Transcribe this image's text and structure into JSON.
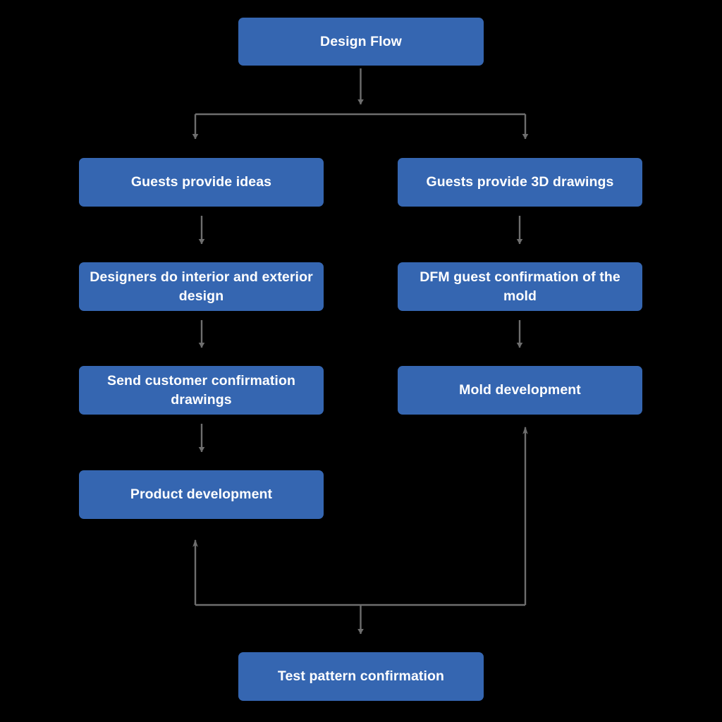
{
  "diagram": {
    "title": "Design Flow",
    "type": "flowchart",
    "theme": {
      "background": "#000000",
      "node_fill": "#3566b1",
      "node_text": "#ffffff",
      "edge_color": "#6e6e6e"
    },
    "nodes": [
      {
        "id": "design-flow",
        "label": "Design Flow"
      },
      {
        "id": "guests-ideas",
        "label": "Guests provide ideas"
      },
      {
        "id": "guests-3d",
        "label": "Guests provide 3D drawings"
      },
      {
        "id": "designers",
        "label": "Designers do interior and exterior design"
      },
      {
        "id": "dfm",
        "label": "DFM guest confirmation of the mold"
      },
      {
        "id": "send-drawings",
        "label": "Send customer confirmation drawings"
      },
      {
        "id": "mold-development",
        "label": "Mold development"
      },
      {
        "id": "product-development",
        "label": "Product development"
      },
      {
        "id": "test-pattern",
        "label": "Test pattern confirmation"
      }
    ],
    "edges": [
      {
        "from": "design-flow",
        "to": "guests-ideas"
      },
      {
        "from": "design-flow",
        "to": "guests-3d"
      },
      {
        "from": "guests-ideas",
        "to": "designers"
      },
      {
        "from": "guests-3d",
        "to": "dfm"
      },
      {
        "from": "designers",
        "to": "send-drawings"
      },
      {
        "from": "dfm",
        "to": "mold-development"
      },
      {
        "from": "send-drawings",
        "to": "product-development"
      },
      {
        "from": "test-pattern",
        "to": "product-development"
      },
      {
        "from": "test-pattern",
        "to": "mold-development"
      },
      {
        "from": "loop-junction",
        "to": "test-pattern"
      }
    ]
  }
}
